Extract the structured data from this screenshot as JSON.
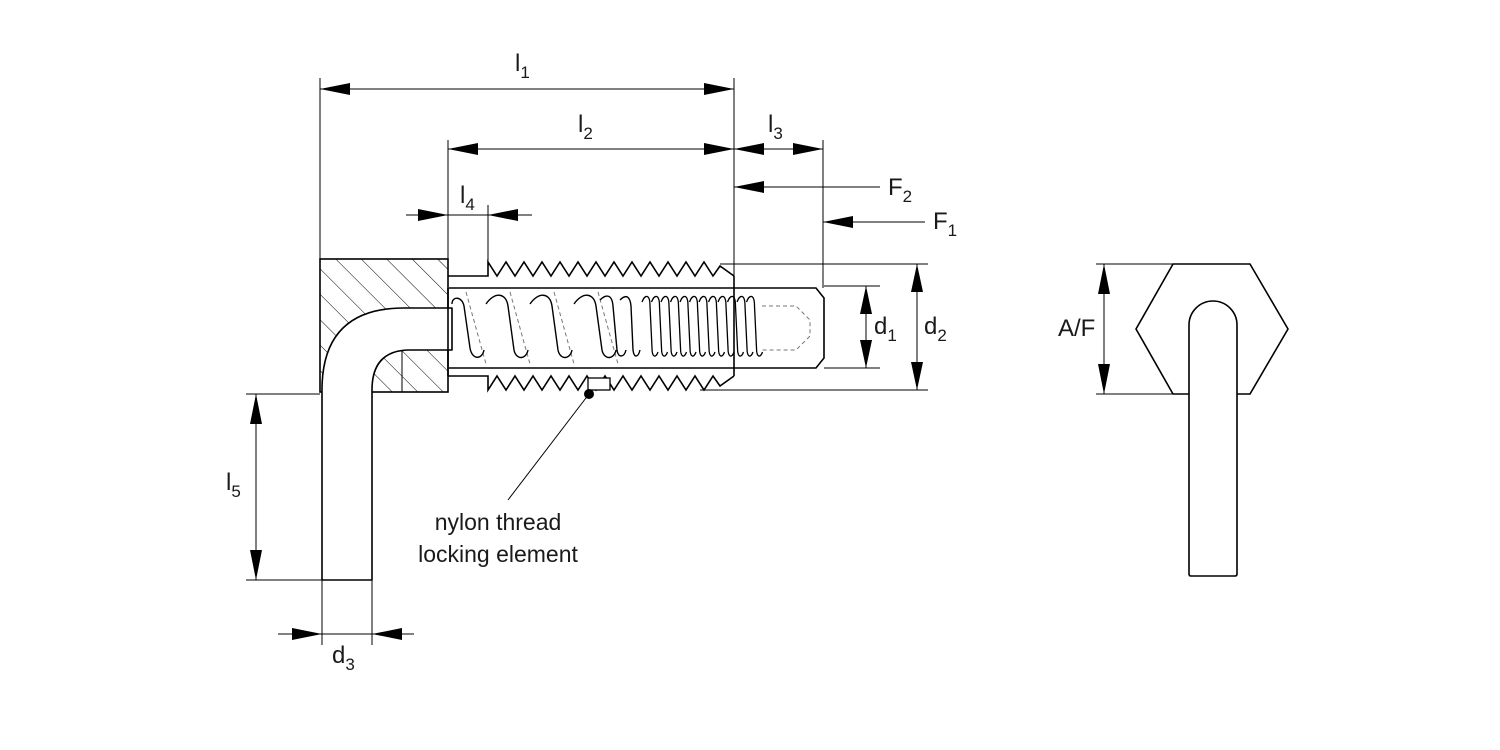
{
  "dimensions": {
    "l1": {
      "base": "l",
      "sub": "1"
    },
    "l2": {
      "base": "l",
      "sub": "2"
    },
    "l3": {
      "base": "l",
      "sub": "3"
    },
    "l4": {
      "base": "l",
      "sub": "4"
    },
    "l5": {
      "base": "l",
      "sub": "5"
    },
    "d1": {
      "base": "d",
      "sub": "1"
    },
    "d2": {
      "base": "d",
      "sub": "2"
    },
    "d3": {
      "base": "d",
      "sub": "3"
    },
    "F1": {
      "base": "F",
      "sub": "1"
    },
    "F2": {
      "base": "F",
      "sub": "2"
    },
    "af": "A/F"
  },
  "annotation": {
    "line1": "nylon thread",
    "line2": "locking element"
  }
}
